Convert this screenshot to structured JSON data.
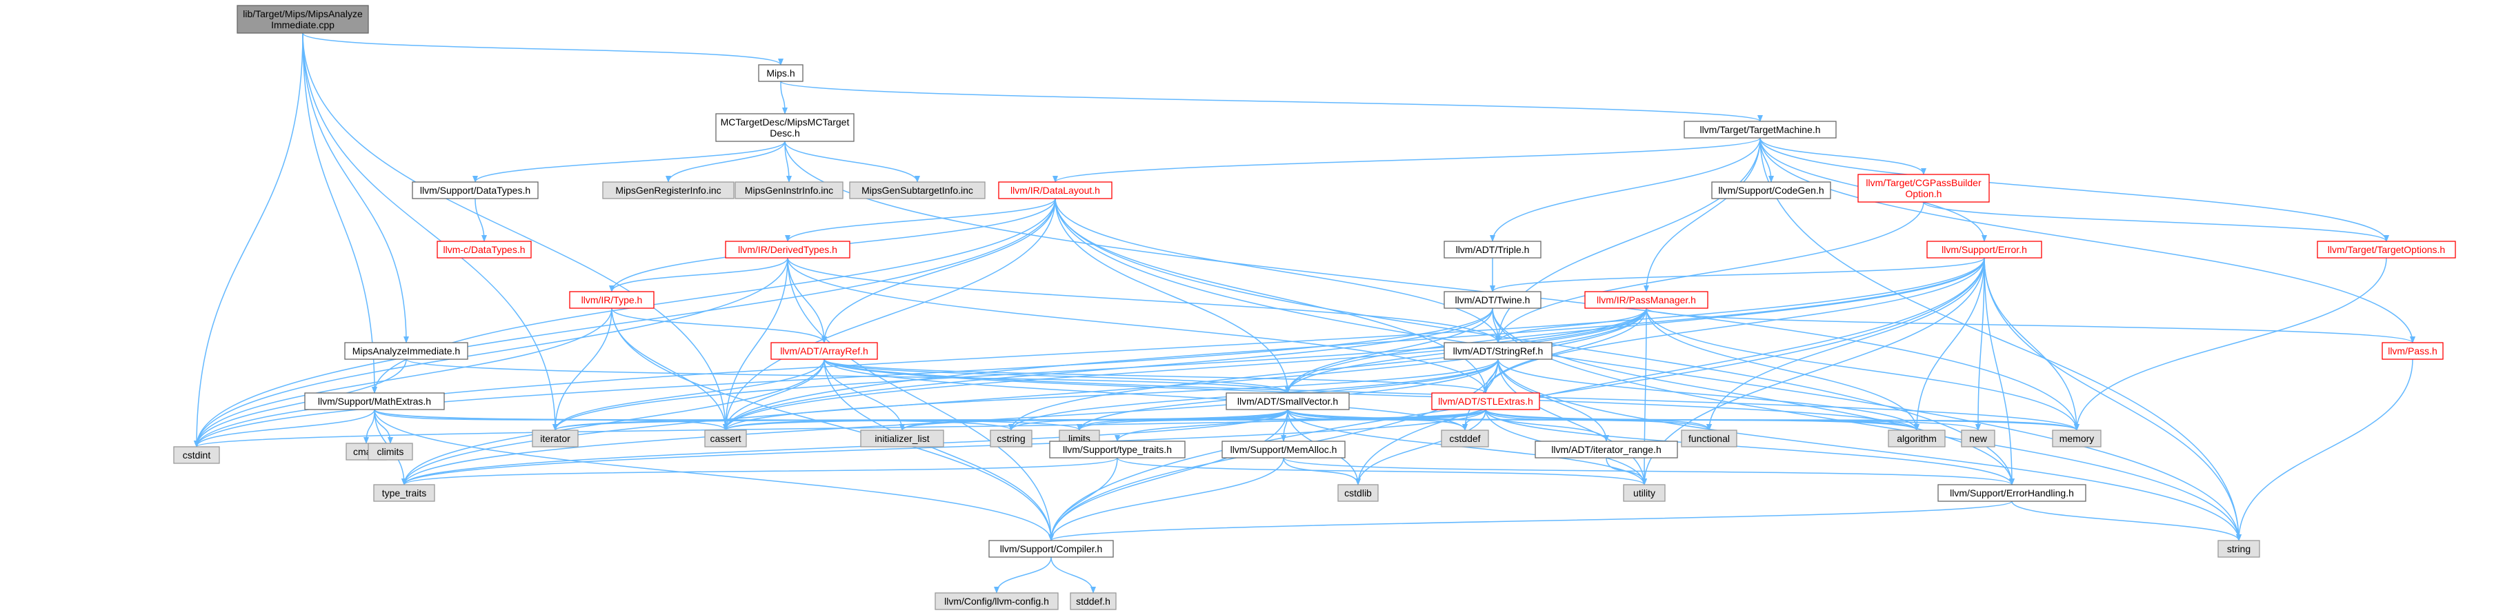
{
  "diagram": {
    "type": "include-dependency-graph",
    "colors": {
      "edge": "#63b8ff",
      "root_fill": "#999999",
      "root_stroke": "#666666",
      "normal_fill": "#ffffff",
      "normal_stroke": "#666666",
      "highlight_stroke": "#ff0000",
      "highlight_text": "#ff0000",
      "system_fill": "#e0e0e0",
      "system_stroke": "#999999",
      "text": "#000000"
    },
    "nodes": [
      {
        "id": "root",
        "lines": [
          "lib/Target/Mips/MipsAnalyze",
          "Immediate.cpp"
        ],
        "kind": "root"
      },
      {
        "id": "mips_h",
        "lines": [
          "Mips.h"
        ],
        "kind": "normal"
      },
      {
        "id": "mipsmctarget",
        "lines": [
          "MCTargetDesc/MipsMCTarget",
          "Desc.h"
        ],
        "kind": "normal"
      },
      {
        "id": "targetmachine",
        "lines": [
          "llvm/Target/TargetMachine.h"
        ],
        "kind": "normal"
      },
      {
        "id": "datatypes",
        "lines": [
          "llvm/Support/DataTypes.h"
        ],
        "kind": "normal"
      },
      {
        "id": "regsinfo",
        "lines": [
          "MipsGenRegisterInfo.inc"
        ],
        "kind": "system"
      },
      {
        "id": "instrinfo",
        "lines": [
          "MipsGenInstrInfo.inc"
        ],
        "kind": "system"
      },
      {
        "id": "subtarget",
        "lines": [
          "MipsGenSubtargetInfo.inc"
        ],
        "kind": "system"
      },
      {
        "id": "datalayout",
        "lines": [
          "llvm/IR/DataLayout.h"
        ],
        "kind": "highlight"
      },
      {
        "id": "codegen",
        "lines": [
          "llvm/Support/CodeGen.h"
        ],
        "kind": "normal"
      },
      {
        "id": "cgpass",
        "lines": [
          "llvm/Target/CGPassBuilder",
          "Option.h"
        ],
        "kind": "highlight"
      },
      {
        "id": "cdatatypes",
        "lines": [
          "llvm-c/DataTypes.h"
        ],
        "kind": "highlight"
      },
      {
        "id": "derivedtypes",
        "lines": [
          "llvm/IR/DerivedTypes.h"
        ],
        "kind": "highlight"
      },
      {
        "id": "triple",
        "lines": [
          "llvm/ADT/Triple.h"
        ],
        "kind": "normal"
      },
      {
        "id": "error",
        "lines": [
          "llvm/Support/Error.h"
        ],
        "kind": "highlight"
      },
      {
        "id": "targetoptions",
        "lines": [
          "llvm/Target/TargetOptions.h"
        ],
        "kind": "highlight"
      },
      {
        "id": "type",
        "lines": [
          "llvm/IR/Type.h"
        ],
        "kind": "highlight"
      },
      {
        "id": "twine",
        "lines": [
          "llvm/ADT/Twine.h"
        ],
        "kind": "normal"
      },
      {
        "id": "passmanager",
        "lines": [
          "llvm/IR/PassManager.h"
        ],
        "kind": "highlight"
      },
      {
        "id": "mipsanalyze",
        "lines": [
          "MipsAnalyzeImmediate.h"
        ],
        "kind": "normal"
      },
      {
        "id": "arrayref",
        "lines": [
          "llvm/ADT/ArrayRef.h"
        ],
        "kind": "highlight"
      },
      {
        "id": "stringref",
        "lines": [
          "llvm/ADT/StringRef.h"
        ],
        "kind": "normal"
      },
      {
        "id": "pass",
        "lines": [
          "llvm/Pass.h"
        ],
        "kind": "highlight"
      },
      {
        "id": "mathextras",
        "lines": [
          "llvm/Support/MathExtras.h"
        ],
        "kind": "normal"
      },
      {
        "id": "smallvector",
        "lines": [
          "llvm/ADT/SmallVector.h"
        ],
        "kind": "normal"
      },
      {
        "id": "stlextras",
        "lines": [
          "llvm/ADT/STLExtras.h"
        ],
        "kind": "highlight"
      },
      {
        "id": "cstdint",
        "lines": [
          "cstdint"
        ],
        "kind": "system"
      },
      {
        "id": "cmath",
        "lines": [
          "cmath"
        ],
        "kind": "system"
      },
      {
        "id": "climits",
        "lines": [
          "climits"
        ],
        "kind": "system"
      },
      {
        "id": "iterator",
        "lines": [
          "iterator"
        ],
        "kind": "system"
      },
      {
        "id": "cassert",
        "lines": [
          "cassert"
        ],
        "kind": "system"
      },
      {
        "id": "cstring",
        "lines": [
          "cstring"
        ],
        "kind": "system"
      },
      {
        "id": "limits",
        "lines": [
          "limits"
        ],
        "kind": "system"
      },
      {
        "id": "initlist",
        "lines": [
          "initializer_list"
        ],
        "kind": "system"
      },
      {
        "id": "cstddef",
        "lines": [
          "cstddef"
        ],
        "kind": "system"
      },
      {
        "id": "functional",
        "lines": [
          "functional"
        ],
        "kind": "system"
      },
      {
        "id": "algorithm",
        "lines": [
          "algorithm"
        ],
        "kind": "system"
      },
      {
        "id": "new",
        "lines": [
          "new"
        ],
        "kind": "system"
      },
      {
        "id": "memory",
        "lines": [
          "memory"
        ],
        "kind": "system"
      },
      {
        "id": "typetraits_h",
        "lines": [
          "llvm/Support/type_traits.h"
        ],
        "kind": "normal"
      },
      {
        "id": "memalloc",
        "lines": [
          "llvm/Support/MemAlloc.h"
        ],
        "kind": "normal"
      },
      {
        "id": "iterrange",
        "lines": [
          "llvm/ADT/iterator_range.h"
        ],
        "kind": "normal"
      },
      {
        "id": "type_traits",
        "lines": [
          "type_traits"
        ],
        "kind": "system"
      },
      {
        "id": "utility",
        "lines": [
          "utility"
        ],
        "kind": "system"
      },
      {
        "id": "cstdlib",
        "lines": [
          "cstdlib"
        ],
        "kind": "system"
      },
      {
        "id": "errorhandling",
        "lines": [
          "llvm/Support/ErrorHandling.h"
        ],
        "kind": "normal"
      },
      {
        "id": "string",
        "lines": [
          "string"
        ],
        "kind": "system"
      },
      {
        "id": "compiler",
        "lines": [
          "llvm/Support/Compiler.h"
        ],
        "kind": "normal"
      },
      {
        "id": "llvmconfig",
        "lines": [
          "llvm/Config/llvm-config.h"
        ],
        "kind": "system"
      },
      {
        "id": "cstddef_h",
        "lines": [
          "stddef.h"
        ],
        "kind": "system"
      }
    ],
    "edges": [
      [
        "root",
        "mips_h"
      ],
      [
        "root",
        "mipsanalyze"
      ],
      [
        "root",
        "mathextras"
      ],
      [
        "root",
        "cstdint"
      ],
      [
        "root",
        "iterator"
      ],
      [
        "root",
        "cassert"
      ],
      [
        "mips_h",
        "mipsmctarget"
      ],
      [
        "mips_h",
        "targetmachine"
      ],
      [
        "mipsmctarget",
        "datatypes"
      ],
      [
        "mipsmctarget",
        "regsinfo"
      ],
      [
        "mipsmctarget",
        "instrinfo"
      ],
      [
        "mipsmctarget",
        "subtarget"
      ],
      [
        "mipsmctarget",
        "memory"
      ],
      [
        "datatypes",
        "cdatatypes"
      ],
      [
        "targetmachine",
        "datalayout"
      ],
      [
        "targetmachine",
        "codegen"
      ],
      [
        "targetmachine",
        "cgpass"
      ],
      [
        "targetmachine",
        "triple"
      ],
      [
        "targetmachine",
        "error"
      ],
      [
        "targetmachine",
        "targetoptions"
      ],
      [
        "targetmachine",
        "passmanager"
      ],
      [
        "targetmachine",
        "stringref"
      ],
      [
        "targetmachine",
        "pass"
      ],
      [
        "targetmachine",
        "string"
      ],
      [
        "cgpass",
        "targetoptions"
      ],
      [
        "cgpass",
        "stringref"
      ],
      [
        "datalayout",
        "derivedtypes"
      ],
      [
        "datalayout",
        "type"
      ],
      [
        "datalayout",
        "arrayref"
      ],
      [
        "datalayout",
        "stringref"
      ],
      [
        "datalayout",
        "smallvector"
      ],
      [
        "datalayout",
        "stlextras"
      ],
      [
        "datalayout",
        "mathextras"
      ],
      [
        "datalayout",
        "cassert"
      ],
      [
        "datalayout",
        "cstdint"
      ],
      [
        "datalayout",
        "string"
      ],
      [
        "datalayout",
        "errorhandling"
      ],
      [
        "derivedtypes",
        "type"
      ],
      [
        "derivedtypes",
        "arrayref"
      ],
      [
        "derivedtypes",
        "stlextras"
      ],
      [
        "derivedtypes",
        "stringref"
      ],
      [
        "derivedtypes",
        "cassert"
      ],
      [
        "derivedtypes",
        "cstdint"
      ],
      [
        "derivedtypes",
        "compiler"
      ],
      [
        "triple",
        "twine"
      ],
      [
        "twine",
        "smallvector"
      ],
      [
        "twine",
        "stringref"
      ],
      [
        "twine",
        "errorhandling"
      ],
      [
        "twine",
        "cassert"
      ],
      [
        "twine",
        "cstdint"
      ],
      [
        "twine",
        "string"
      ],
      [
        "error",
        "stlextras"
      ],
      [
        "error",
        "smallvector"
      ],
      [
        "error",
        "twine"
      ],
      [
        "error",
        "errorhandling"
      ],
      [
        "error",
        "compiler"
      ],
      [
        "error",
        "algorithm"
      ],
      [
        "error",
        "cassert"
      ],
      [
        "error",
        "cstdint"
      ],
      [
        "error",
        "cstdlib"
      ],
      [
        "error",
        "functional"
      ],
      [
        "error",
        "memory"
      ],
      [
        "error",
        "new"
      ],
      [
        "error",
        "string"
      ],
      [
        "error",
        "utility"
      ],
      [
        "targetoptions",
        "memory"
      ],
      [
        "type",
        "arrayref"
      ],
      [
        "type",
        "compiler"
      ],
      [
        "type",
        "cassert"
      ],
      [
        "type",
        "cstdint"
      ],
      [
        "type",
        "iterator"
      ],
      [
        "passmanager",
        "stlextras"
      ],
      [
        "passmanager",
        "smallvector"
      ],
      [
        "passmanager",
        "stringref"
      ],
      [
        "passmanager",
        "pass"
      ],
      [
        "passmanager",
        "algorithm"
      ],
      [
        "passmanager",
        "cassert"
      ],
      [
        "passmanager",
        "cstring"
      ],
      [
        "passmanager",
        "iterator"
      ],
      [
        "passmanager",
        "memory"
      ],
      [
        "passmanager",
        "type_traits"
      ],
      [
        "passmanager",
        "utility"
      ],
      [
        "mipsanalyze",
        "smallvector"
      ],
      [
        "mipsanalyze",
        "cstdint"
      ],
      [
        "arrayref",
        "smallvector"
      ],
      [
        "arrayref",
        "stlextras"
      ],
      [
        "arrayref",
        "compiler"
      ],
      [
        "arrayref",
        "algorithm"
      ],
      [
        "arrayref",
        "cassert"
      ],
      [
        "arrayref",
        "cstddef"
      ],
      [
        "arrayref",
        "initlist"
      ],
      [
        "arrayref",
        "iterator"
      ],
      [
        "arrayref",
        "memory"
      ],
      [
        "arrayref",
        "type_traits"
      ],
      [
        "stringref",
        "stlextras"
      ],
      [
        "stringref",
        "iterrange"
      ],
      [
        "stringref",
        "compiler"
      ],
      [
        "stringref",
        "algorithm"
      ],
      [
        "stringref",
        "cassert"
      ],
      [
        "stringref",
        "cstddef"
      ],
      [
        "stringref",
        "cstring"
      ],
      [
        "stringref",
        "limits"
      ],
      [
        "stringref",
        "string"
      ],
      [
        "stringref",
        "type_traits"
      ],
      [
        "stringref",
        "utility"
      ],
      [
        "pass",
        "string"
      ],
      [
        "mathextras",
        "compiler"
      ],
      [
        "mathextras",
        "cassert"
      ],
      [
        "mathextras",
        "climits"
      ],
      [
        "mathextras",
        "cmath"
      ],
      [
        "mathextras",
        "cstdint"
      ],
      [
        "mathextras",
        "cstring"
      ],
      [
        "mathextras",
        "limits"
      ],
      [
        "mathextras",
        "type_traits"
      ],
      [
        "smallvector",
        "compiler"
      ],
      [
        "smallvector",
        "typetraits_h"
      ],
      [
        "smallvector",
        "memalloc"
      ],
      [
        "smallvector",
        "algorithm"
      ],
      [
        "smallvector",
        "cassert"
      ],
      [
        "smallvector",
        "cstddef"
      ],
      [
        "smallvector",
        "cstdlib"
      ],
      [
        "smallvector",
        "cstring"
      ],
      [
        "smallvector",
        "functional"
      ],
      [
        "smallvector",
        "initlist"
      ],
      [
        "smallvector",
        "iterator"
      ],
      [
        "smallvector",
        "limits"
      ],
      [
        "smallvector",
        "memory"
      ],
      [
        "smallvector",
        "new"
      ],
      [
        "smallvector",
        "type_traits"
      ],
      [
        "smallvector",
        "utility"
      ],
      [
        "stlextras",
        "iterrange"
      ],
      [
        "stlextras",
        "errorhandling"
      ],
      [
        "stlextras",
        "algorithm"
      ],
      [
        "stlextras",
        "cassert"
      ],
      [
        "stlextras",
        "cstddef"
      ],
      [
        "stlextras",
        "cstdint"
      ],
      [
        "stlextras",
        "cstdlib"
      ],
      [
        "stlextras",
        "functional"
      ],
      [
        "stlextras",
        "initlist"
      ],
      [
        "stlextras",
        "iterator"
      ],
      [
        "stlextras",
        "limits"
      ],
      [
        "stlextras",
        "memory"
      ],
      [
        "stlextras",
        "type_traits"
      ],
      [
        "stlextras",
        "utility"
      ],
      [
        "typetraits_h",
        "compiler"
      ],
      [
        "typetraits_h",
        "type_traits"
      ],
      [
        "typetraits_h",
        "utility"
      ],
      [
        "memalloc",
        "compiler"
      ],
      [
        "memalloc",
        "errorhandling"
      ],
      [
        "memalloc",
        "cstdlib"
      ],
      [
        "iterrange",
        "utility"
      ],
      [
        "errorhandling",
        "compiler"
      ],
      [
        "errorhandling",
        "string"
      ],
      [
        "compiler",
        "llvmconfig"
      ],
      [
        "compiler",
        "cstddef_h"
      ]
    ]
  }
}
